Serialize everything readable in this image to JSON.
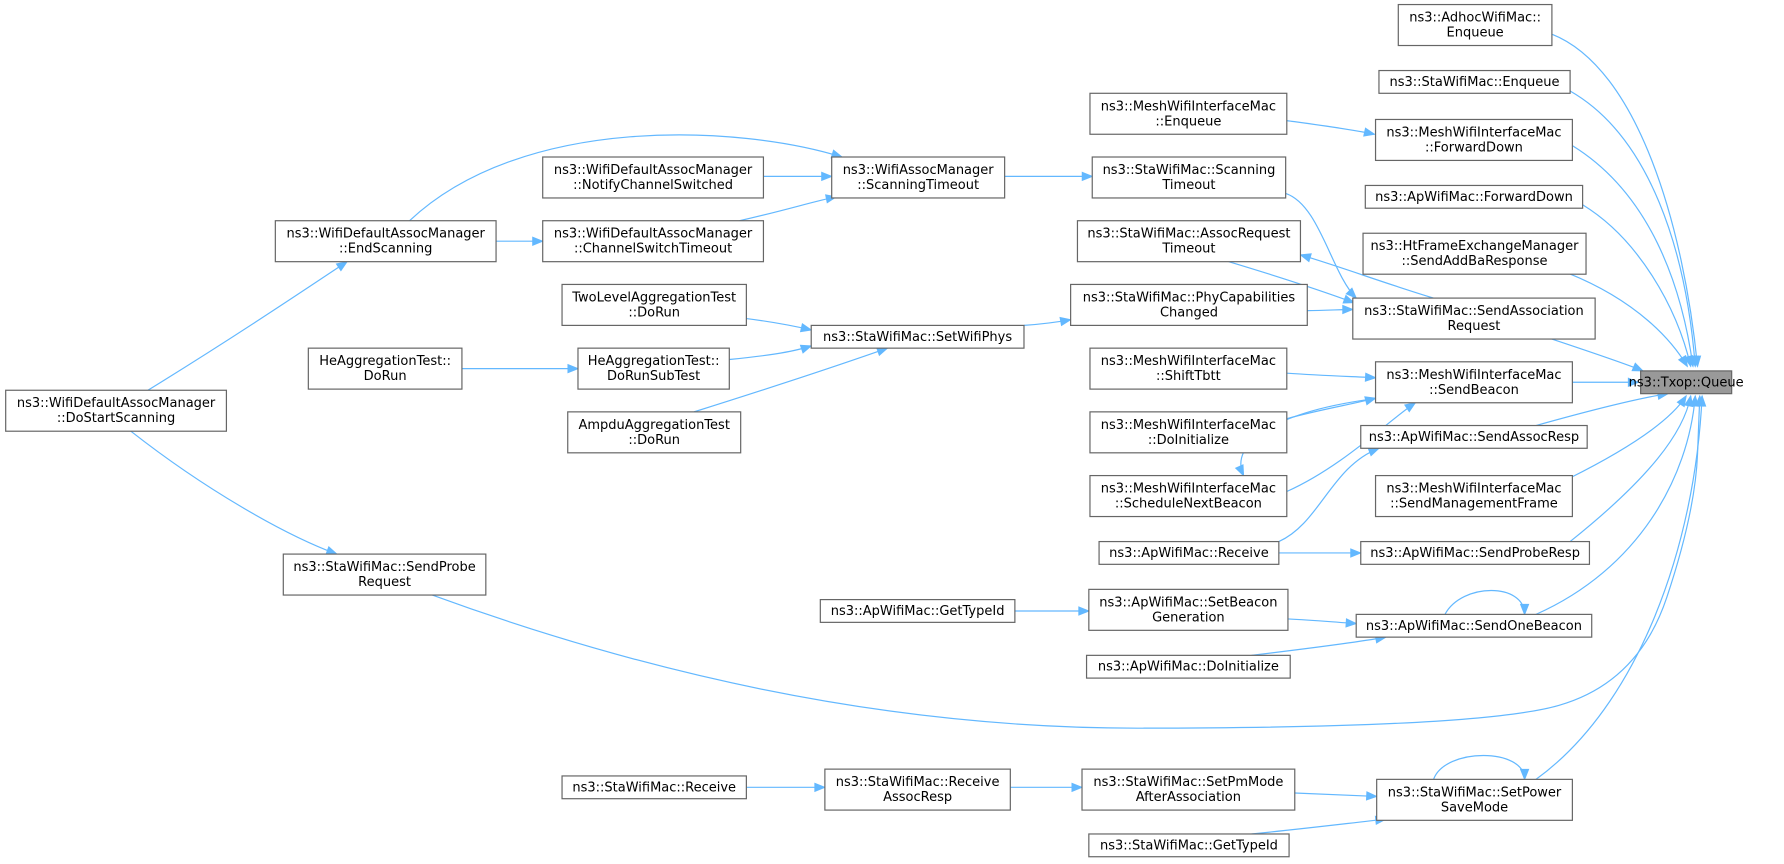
{
  "diagram": {
    "title": "",
    "colors": {
      "edge": "#63b8ff",
      "node_border": "#666666",
      "root_fill": "#999999"
    },
    "nodes": [
      {
        "id": "txop_queue",
        "lines": [
          "ns3::Txop::Queue"
        ],
        "root": true
      },
      {
        "id": "adhoc_enqueue",
        "lines": [
          "ns3::AdhocWifiMac::",
          "Enqueue"
        ]
      },
      {
        "id": "sta_enqueue",
        "lines": [
          "ns3::StaWifiMac::Enqueue"
        ]
      },
      {
        "id": "mesh_enqueue",
        "lines": [
          "ns3::MeshWifiInterfaceMac",
          "::Enqueue"
        ]
      },
      {
        "id": "mesh_forwarddown",
        "lines": [
          "ns3::MeshWifiInterfaceMac",
          "::ForwardDown"
        ]
      },
      {
        "id": "ap_forwarddown",
        "lines": [
          "ns3::ApWifiMac::ForwardDown"
        ]
      },
      {
        "id": "ht_sendaddba",
        "lines": [
          "ns3::HtFrameExchangeManager",
          "::SendAddBaResponse"
        ]
      },
      {
        "id": "sta_sendassoc",
        "lines": [
          "ns3::StaWifiMac::SendAssociation",
          "Request"
        ]
      },
      {
        "id": "sta_scantimeout",
        "lines": [
          "ns3::StaWifiMac::Scanning",
          "Timeout"
        ]
      },
      {
        "id": "sta_assoctimeout",
        "lines": [
          "ns3::StaWifiMac::AssocRequest",
          "Timeout"
        ]
      },
      {
        "id": "sta_phycap",
        "lines": [
          "ns3::StaWifiMac::PhyCapabilities",
          "Changed"
        ]
      },
      {
        "id": "assocmgr_scantimeout",
        "lines": [
          "ns3::WifiAssocManager",
          "::ScanningTimeout"
        ]
      },
      {
        "id": "default_notifych",
        "lines": [
          "ns3::WifiDefaultAssocManager",
          "::NotifyChannelSwitched"
        ]
      },
      {
        "id": "default_chtimeout",
        "lines": [
          "ns3::WifiDefaultAssocManager",
          "::ChannelSwitchTimeout"
        ]
      },
      {
        "id": "default_endscan",
        "lines": [
          "ns3::WifiDefaultAssocManager",
          "::EndScanning"
        ]
      },
      {
        "id": "default_dostart",
        "lines": [
          "ns3::WifiDefaultAssocManager",
          "::DoStartScanning"
        ]
      },
      {
        "id": "sta_setphys",
        "lines": [
          "ns3::StaWifiMac::SetWifiPhys"
        ]
      },
      {
        "id": "twolevel_dorun",
        "lines": [
          "TwoLevelAggregationTest",
          "::DoRun"
        ]
      },
      {
        "id": "he_dorunsub",
        "lines": [
          "HeAggregationTest::",
          "DoRunSubTest"
        ]
      },
      {
        "id": "he_dorun",
        "lines": [
          "HeAggregationTest::",
          "DoRun"
        ]
      },
      {
        "id": "ampdu_dorun",
        "lines": [
          "AmpduAggregationTest",
          "::DoRun"
        ]
      },
      {
        "id": "mesh_sendbeacon",
        "lines": [
          "ns3::MeshWifiInterfaceMac",
          "::SendBeacon"
        ]
      },
      {
        "id": "mesh_shifttbtt",
        "lines": [
          "ns3::MeshWifiInterfaceMac",
          "::ShiftTbtt"
        ]
      },
      {
        "id": "mesh_doinit",
        "lines": [
          "ns3::MeshWifiInterfaceMac",
          "::DoInitialize"
        ]
      },
      {
        "id": "mesh_schednext",
        "lines": [
          "ns3::MeshWifiInterfaceMac",
          "::ScheduleNextBeacon"
        ]
      },
      {
        "id": "ap_sendassocresp",
        "lines": [
          "ns3::ApWifiMac::SendAssocResp"
        ]
      },
      {
        "id": "mesh_sendmgmt",
        "lines": [
          "ns3::MeshWifiInterfaceMac",
          "::SendManagementFrame"
        ]
      },
      {
        "id": "ap_receive",
        "lines": [
          "ns3::ApWifiMac::Receive"
        ]
      },
      {
        "id": "ap_sendproberesp",
        "lines": [
          "ns3::ApWifiMac::SendProbeResp"
        ]
      },
      {
        "id": "sta_sendprobe",
        "lines": [
          "ns3::StaWifiMac::SendProbe",
          "Request"
        ]
      },
      {
        "id": "ap_gettypeid",
        "lines": [
          "ns3::ApWifiMac::GetTypeId"
        ]
      },
      {
        "id": "ap_setbeacon",
        "lines": [
          "ns3::ApWifiMac::SetBeacon",
          "Generation"
        ]
      },
      {
        "id": "ap_sendonebeacon",
        "lines": [
          "ns3::ApWifiMac::SendOneBeacon"
        ]
      },
      {
        "id": "ap_doinit",
        "lines": [
          "ns3::ApWifiMac::DoInitialize"
        ]
      },
      {
        "id": "sta_receive",
        "lines": [
          "ns3::StaWifiMac::Receive"
        ]
      },
      {
        "id": "sta_recvassocresp",
        "lines": [
          "ns3::StaWifiMac::Receive",
          "AssocResp"
        ]
      },
      {
        "id": "sta_setpmmode",
        "lines": [
          "ns3::StaWifiMac::SetPmMode",
          "AfterAssociation"
        ]
      },
      {
        "id": "sta_setpowersave",
        "lines": [
          "ns3::StaWifiMac::SetPower",
          "SaveMode"
        ]
      },
      {
        "id": "sta_gettypeid",
        "lines": [
          "ns3::StaWifiMac::GetTypeId"
        ]
      }
    ],
    "edges": [
      {
        "from": "adhoc_enqueue",
        "to": "txop_queue"
      },
      {
        "from": "sta_enqueue",
        "to": "txop_queue"
      },
      {
        "from": "mesh_forwarddown",
        "to": "txop_queue"
      },
      {
        "from": "ap_forwarddown",
        "to": "txop_queue"
      },
      {
        "from": "ht_sendaddba",
        "to": "txop_queue"
      },
      {
        "from": "sta_sendassoc",
        "to": "txop_queue"
      },
      {
        "from": "mesh_sendbeacon",
        "to": "txop_queue"
      },
      {
        "from": "ap_sendassocresp",
        "to": "txop_queue"
      },
      {
        "from": "mesh_sendmgmt",
        "to": "txop_queue"
      },
      {
        "from": "ap_sendproberesp",
        "to": "txop_queue"
      },
      {
        "from": "ap_sendonebeacon",
        "to": "txop_queue"
      },
      {
        "from": "sta_sendprobe",
        "to": "txop_queue"
      },
      {
        "from": "sta_setpowersave",
        "to": "txop_queue"
      },
      {
        "from": "mesh_enqueue",
        "to": "mesh_forwarddown"
      },
      {
        "from": "sta_scantimeout",
        "to": "sta_sendassoc"
      },
      {
        "from": "sta_assoctimeout",
        "to": "sta_sendassoc"
      },
      {
        "from": "sta_sendassoc",
        "to": "sta_assoctimeout"
      },
      {
        "from": "sta_phycap",
        "to": "sta_sendassoc"
      },
      {
        "from": "assocmgr_scantimeout",
        "to": "sta_scantimeout"
      },
      {
        "from": "default_notifych",
        "to": "assocmgr_scantimeout"
      },
      {
        "from": "default_chtimeout",
        "to": "assocmgr_scantimeout"
      },
      {
        "from": "default_endscan",
        "to": "assocmgr_scantimeout"
      },
      {
        "from": "default_endscan",
        "to": "default_chtimeout"
      },
      {
        "from": "default_dostart",
        "to": "default_endscan"
      },
      {
        "from": "default_dostart",
        "to": "sta_sendprobe"
      },
      {
        "from": "sta_setphys",
        "to": "sta_phycap"
      },
      {
        "from": "twolevel_dorun",
        "to": "sta_setphys"
      },
      {
        "from": "he_dorunsub",
        "to": "sta_setphys"
      },
      {
        "from": "ampdu_dorun",
        "to": "sta_setphys"
      },
      {
        "from": "he_dorun",
        "to": "he_dorunsub"
      },
      {
        "from": "mesh_shifttbtt",
        "to": "mesh_sendbeacon"
      },
      {
        "from": "mesh_doinit",
        "to": "mesh_sendbeacon"
      },
      {
        "from": "mesh_schednext",
        "to": "mesh_sendbeacon"
      },
      {
        "from": "mesh_sendbeacon",
        "to": "mesh_schednext"
      },
      {
        "from": "ap_receive",
        "to": "ap_sendassocresp"
      },
      {
        "from": "ap_receive",
        "to": "ap_sendproberesp"
      },
      {
        "from": "ap_gettypeid",
        "to": "ap_setbeacon"
      },
      {
        "from": "ap_setbeacon",
        "to": "ap_sendonebeacon"
      },
      {
        "from": "ap_doinit",
        "to": "ap_sendonebeacon"
      },
      {
        "from": "ap_sendonebeacon",
        "to": "ap_sendonebeacon"
      },
      {
        "from": "sta_receive",
        "to": "sta_recvassocresp"
      },
      {
        "from": "sta_recvassocresp",
        "to": "sta_setpmmode"
      },
      {
        "from": "sta_setpmmode",
        "to": "sta_setpowersave"
      },
      {
        "from": "sta_gettypeid",
        "to": "sta_setpowersave"
      },
      {
        "from": "sta_setpowersave",
        "to": "sta_setpowersave"
      }
    ]
  }
}
